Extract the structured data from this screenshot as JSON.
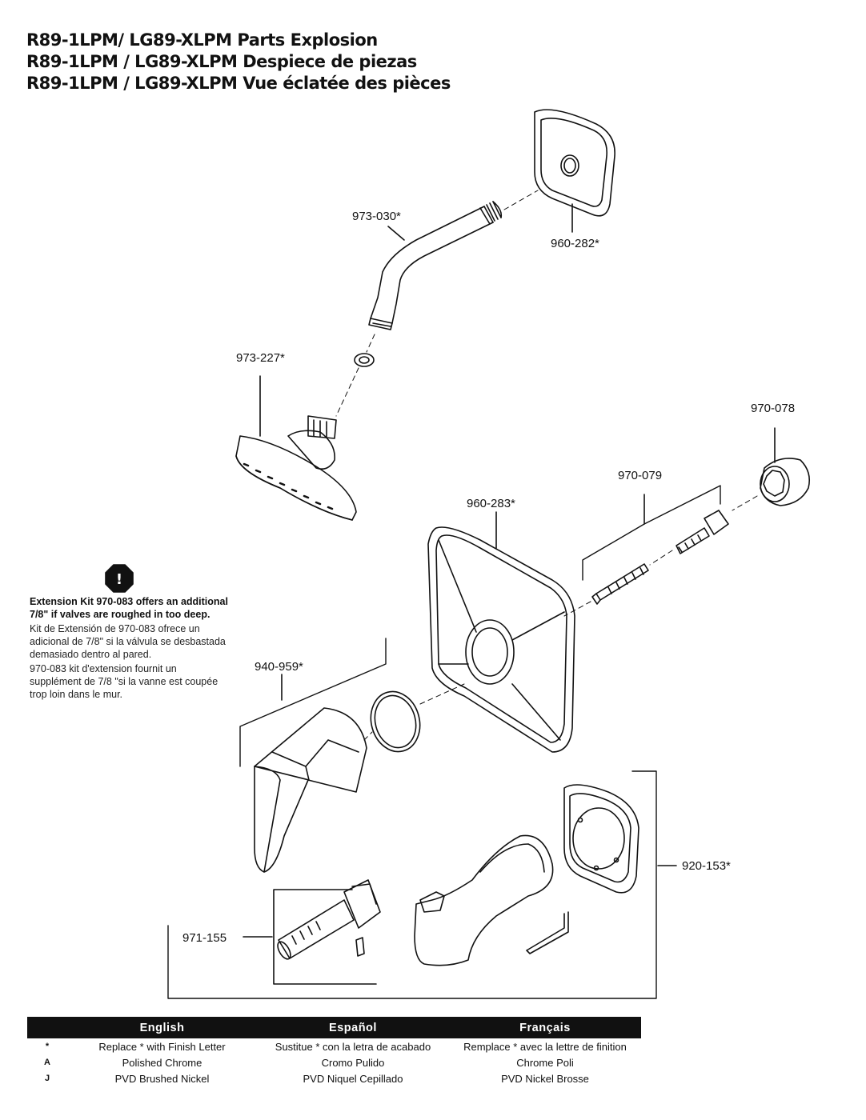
{
  "titles": {
    "line1": "R89-1LPM/ LG89-XLPM Parts Explosion",
    "line2": "R89-1LPM / LG89-XLPM Despiece de piezas",
    "line3": "R89-1LPM / LG89-XLPM Vue éclatée des pièces"
  },
  "parts": {
    "p960_282": "960-282*",
    "p973_030": "973-030*",
    "p973_227": "973-227*",
    "p970_078": "970-078",
    "p970_079": "970-079",
    "p960_283": "960-283*",
    "p940_959": "940-959*",
    "p920_153": "920-153*",
    "p971_155": "971-155"
  },
  "note": {
    "icon": "!",
    "english": "Extension Kit 970-083 offers an additional 7/8\" if valves are roughed in too deep.",
    "spanish": "Kit de Extensión de 970-083 ofrece un adicional de 7/8\" si la válvula se desbastada demasiado dentro al pared.",
    "french": "970-083 kit d'extension fournit un supplément de 7/8 \"si la vanne est coupée trop loin dans le mur."
  },
  "legend": {
    "headers": [
      "English",
      "Español",
      "Français"
    ],
    "rows": [
      {
        "code": "*",
        "en": "Replace * with Finish Letter",
        "es": "Sustitue * con la letra de acabado",
        "fr": "Remplace * avec la lettre de finition"
      },
      {
        "code": "A",
        "en": "Polished Chrome",
        "es": "Cromo Pulido",
        "fr": "Chrome Poli"
      },
      {
        "code": "J",
        "en": "PVD Brushed Nickel",
        "es": "PVD Niquel Cepillado",
        "fr": "PVD Nickel Brosse"
      }
    ]
  }
}
